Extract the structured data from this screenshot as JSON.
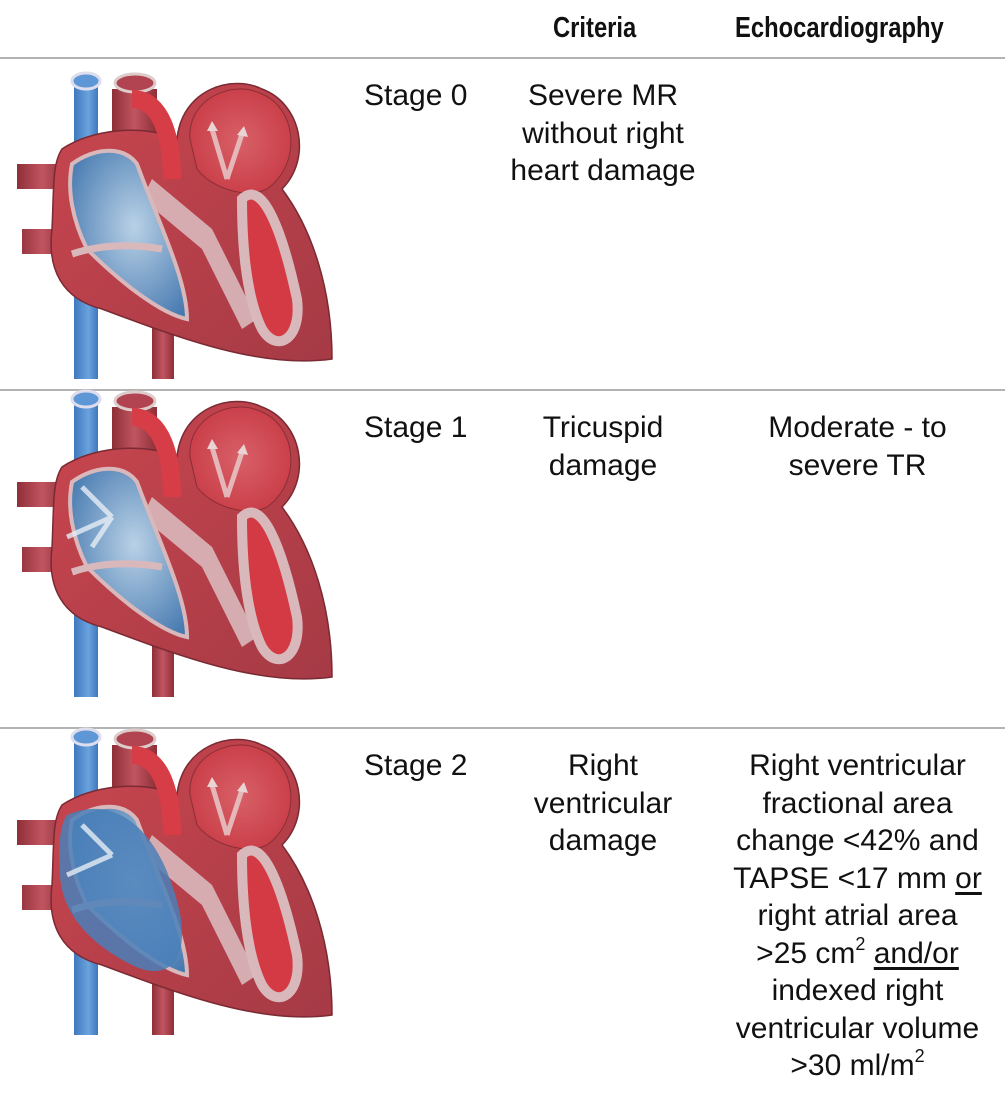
{
  "header": {
    "criteria": "Criteria",
    "echo": "Echocardiography"
  },
  "rows": [
    {
      "stage": "Stage 0",
      "criteria": [
        "Severe MR",
        "without right",
        "heart damage"
      ],
      "echo": []
    },
    {
      "stage": "Stage 1",
      "criteria": [
        "Tricuspid",
        "damage"
      ],
      "echo": [
        "Moderate - to",
        "severe TR"
      ]
    },
    {
      "stage": "Stage 2",
      "criteria": [
        "Right",
        "ventricular",
        "damage"
      ],
      "echo": {
        "l1": "Right ventricular",
        "l2": "fractional area",
        "l3": "change <42% and",
        "l4a": "TAPSE <17 mm ",
        "l4b": "or",
        "l5": "right atrial area",
        "l6a": ">25 cm",
        "l6sup": "2",
        "l6b": " ",
        "l6c": "and/or",
        "l7": "indexed right",
        "l8": "ventricular volume",
        "l9a": ">30 ml/m",
        "l9sup": "2"
      }
    }
  ],
  "colors": {
    "rule": "#b3b3b3",
    "heart_red": "#b8434c",
    "heart_blue": "#4f86bf"
  }
}
